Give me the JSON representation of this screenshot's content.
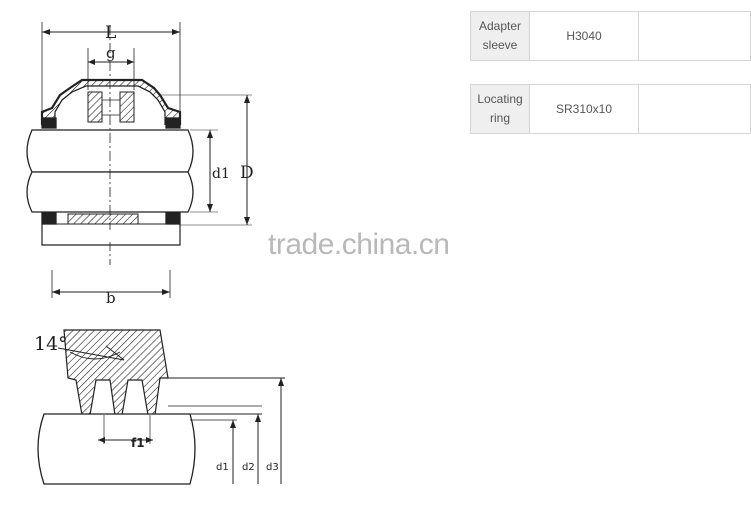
{
  "watermark": "trade.china.cn",
  "drawing_top": {
    "label_L": "L",
    "label_g": "g",
    "label_d1": "d1",
    "label_D": "D",
    "label_b": "b"
  },
  "drawing_bottom": {
    "label_angle": "14°",
    "label_f1": "f1",
    "label_d1": "d1",
    "label_d2": "d2",
    "label_d3": "d3"
  },
  "specs": [
    {
      "label_line1": "Adapter",
      "label_line2": "sleeve",
      "value": "H3040",
      "extra": ""
    },
    {
      "label_line1": "Locating",
      "label_line2": "ring",
      "value": "SR310x10",
      "extra": ""
    }
  ]
}
